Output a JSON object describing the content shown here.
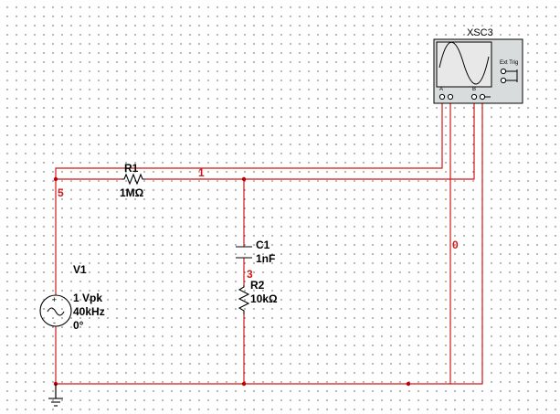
{
  "colors": {
    "wire": "#d01818",
    "component": "#000000",
    "net_label": "#d01818",
    "scope_body": "#d8dcdc",
    "scope_screen": "#e8e8e8"
  },
  "components": {
    "oscilloscope": {
      "ref": "XSC3",
      "ext_trig": "Ext Trig",
      "channel_a": "A",
      "channel_b": "B"
    },
    "r1": {
      "ref": "R1",
      "value": "1MΩ"
    },
    "c1": {
      "ref": "C1",
      "value": "1nF"
    },
    "r2": {
      "ref": "R2",
      "value": "10kΩ"
    },
    "v1": {
      "ref": "V1",
      "amplitude": "1 Vpk",
      "frequency": "40kHz",
      "phase": "0°"
    }
  },
  "nets": {
    "n1": "1",
    "n3": "3",
    "n5": "5",
    "n0": "0"
  },
  "icons": [
    "ac-source-icon",
    "ground-icon",
    "resistor-icon",
    "capacitor-icon",
    "oscilloscope-icon"
  ]
}
